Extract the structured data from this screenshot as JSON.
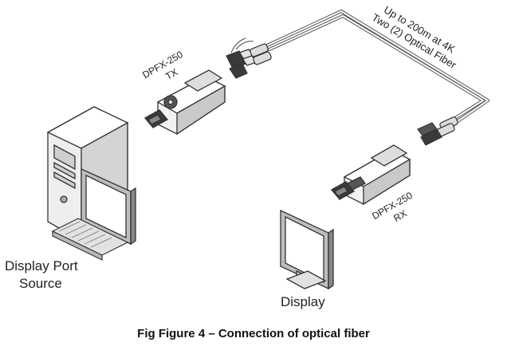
{
  "figure": {
    "caption": "Fig Figure 4 – Connection of optical fiber",
    "labels": {
      "source_line1": "Display Port",
      "source_line2": "Source",
      "display": "Display",
      "tx_model": "DPFX-250",
      "tx_role": "TX",
      "rx_model": "DPFX-250",
      "rx_role": "RX",
      "fiber_line1": "Up to 200m at 4K",
      "fiber_line2": "Two (2) Optical Fiber"
    }
  }
}
